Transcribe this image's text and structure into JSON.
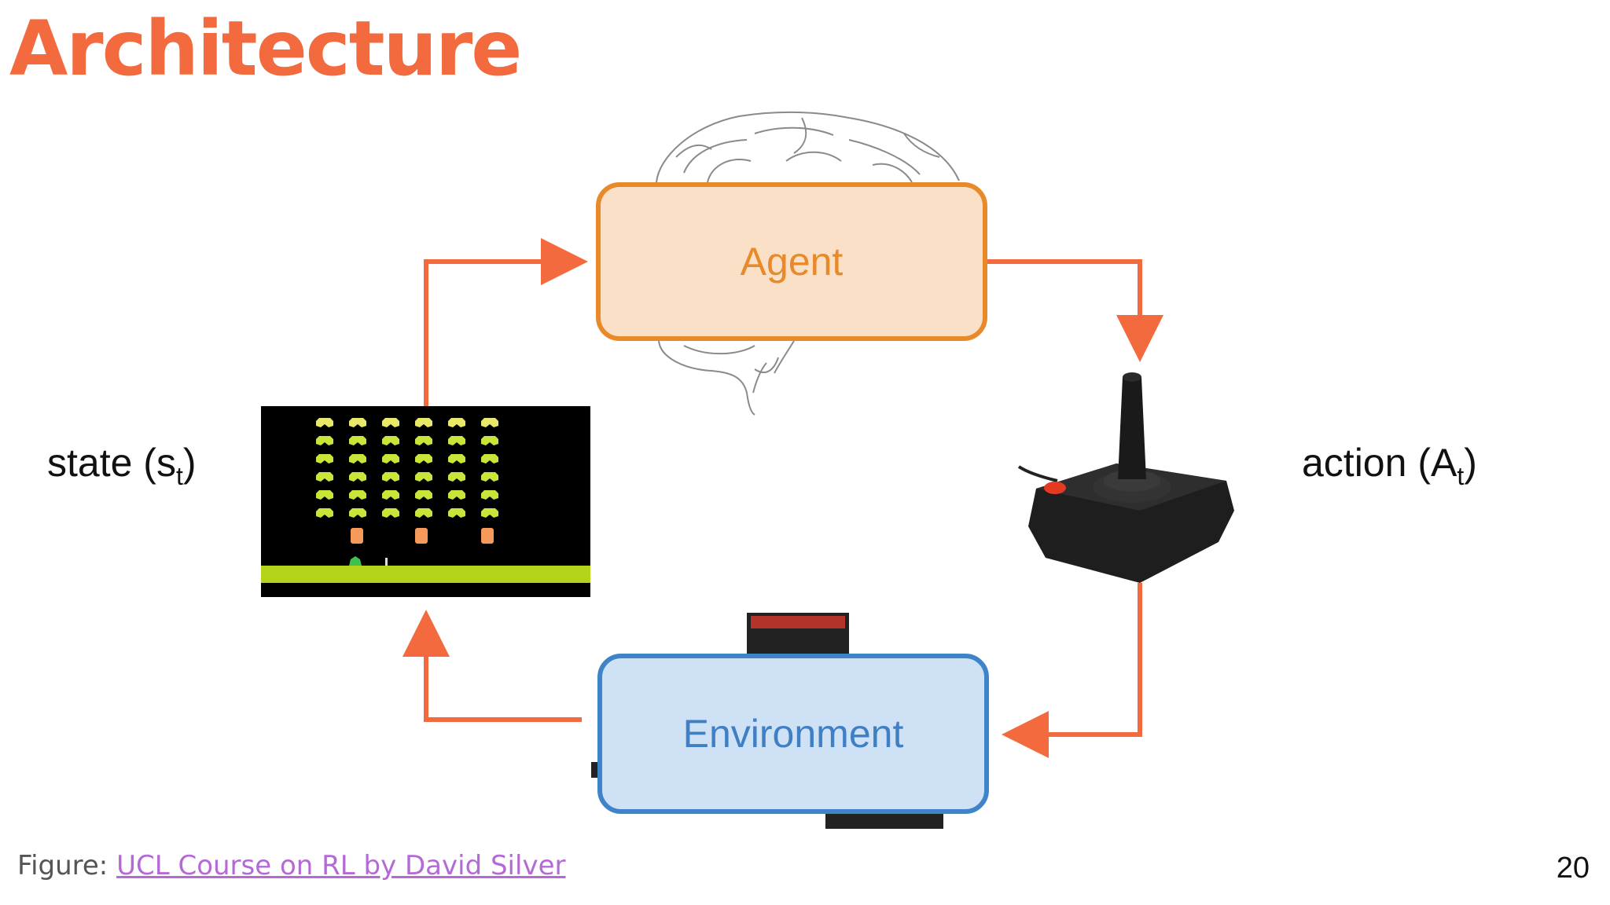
{
  "slide": {
    "title": "Architecture",
    "page_number": "20"
  },
  "diagram": {
    "agent_label": "Agent",
    "environment_label": "Environment",
    "state": {
      "text": "state (s",
      "sub": "t",
      "close": ")"
    },
    "action": {
      "text": "action (A",
      "sub": "t",
      "close": ")"
    },
    "colors": {
      "arrow": "#f26a3d",
      "agent_fill": "#fbe0c8",
      "agent_border": "#e8892a",
      "environment_fill": "#cfe2f5",
      "environment_border": "#3f83c9"
    },
    "images": [
      "brain-illustration",
      "space-invaders-screen",
      "joystick",
      "game-cartridge"
    ]
  },
  "caption": {
    "prefix": "Figure: ",
    "link_text": "UCL Course on RL by David Silver"
  }
}
